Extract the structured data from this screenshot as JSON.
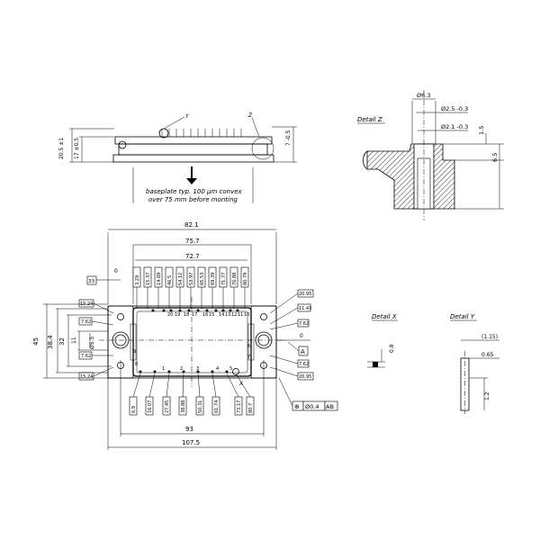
{
  "side_view": {
    "label_y": "Y",
    "label_z": "Z",
    "dim_height_total": "20.5 ±1",
    "dim_height_body": "17 ±0.5",
    "dim_plate": "7 -0.5",
    "note_line1": "baseplate typ. 100 µm convex",
    "note_line2": "over 75 mm before monting"
  },
  "detail_z": {
    "title": "Detail Z",
    "dia_outer": "Ø6.3",
    "dia_mid": "Ø2.5 -0.3",
    "dia_inner": "Ø2.1 -0.3",
    "dim_top": "1.5",
    "dim_side": "6.5"
  },
  "top_view": {
    "dim_overall_top": "82.1",
    "dim_pins_outer": "75.7",
    "dim_pins_inner": "72.7",
    "dim_zero_top": "0",
    "dim_left_ref": "33",
    "top_pin_positions": [
      "3.29",
      "15.37",
      "14.69",
      "46.5",
      "54.12",
      "53.97",
      "65.53",
      "69.39",
      "71.77",
      "76.88",
      "80.79"
    ],
    "top_pin_numbers": [
      "20",
      "19",
      "18",
      "17",
      "16",
      "15",
      "14",
      "13",
      "12",
      "11",
      "10"
    ],
    "bottom_pin_numbers": [
      "1",
      "2",
      "3",
      "4",
      "5",
      "6",
      "7",
      "8",
      "9"
    ],
    "bottom_pin_positions": [
      "6.9",
      "16.07",
      "27.45",
      "38.88",
      "50.31",
      "61.74",
      "73.17",
      "80.7"
    ],
    "left_dims": [
      "15.24",
      "7.62",
      "7.62",
      "15.24"
    ],
    "right_dims": [
      "20.95",
      "11.43",
      "7.62",
      "0",
      "7.62",
      "20.95"
    ],
    "dim_height_outer": "45",
    "dim_height_mid": "38.4",
    "dim_height_inner": "32",
    "dim_height_small": "11",
    "dim_hole": "Ø5.5",
    "dim_width_holes": "93",
    "dim_width_total": "107.5",
    "datum_a": "A",
    "label_x": "X",
    "tol_symbol": "⊕",
    "tol_value": "Ø0.4",
    "tol_datum": "AB"
  },
  "detail_x": {
    "title": "Detail X",
    "dim": "0.8"
  },
  "detail_y": {
    "title": "Detail Y",
    "dim_top": "(1.15)",
    "dim_mid": "0.65",
    "dim_side": "1.2"
  }
}
